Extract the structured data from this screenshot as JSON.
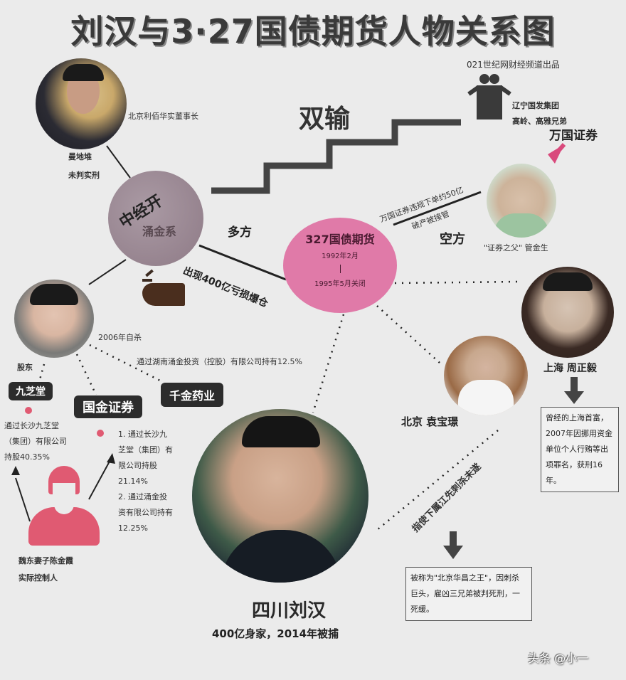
{
  "title": "刘汉与3·27国债期货人物关系图",
  "center_label": "双输",
  "nodes": {
    "top_left_person": {
      "caption": "北京利佰华实董事长",
      "name": "曼地堆",
      "status": "未判实刑"
    },
    "zhongjingkai": {
      "title": "中经开",
      "subtitle": "涌金系",
      "color": "#9c8a94"
    },
    "guozhai": {
      "title": "327国债期货",
      "line1": "1992年2月",
      "line2": "1995年5月关闭",
      "color": "#e07aa8"
    },
    "top_right_group": {
      "header": "021世纪网财经频道出品",
      "line1": "辽宁国发集团",
      "line2": "高岭、高雅兄弟"
    },
    "wanguo": {
      "label": "万国证券",
      "annotation_top": "万国证券违规下单约50亿",
      "annotation_bottom": "破产被接管",
      "side": "空方",
      "person": "\"证券之父\" 管金生"
    },
    "left_person": {
      "caption": "2006年自杀",
      "role": "股东",
      "holding": "通过湖南涌金投资（控股）有限公司持有12.5%"
    },
    "tags": {
      "jiuzhitang": "九芝堂",
      "guojin": "国金证券",
      "qianjin": "千金药业"
    },
    "jiuzhitang_note": "通过长沙九芝堂（集团）有限公司持股40.35%",
    "guojin_note": {
      "line1": "1. 通过长沙九芝堂（集团）有限公司持股21.14%",
      "line2": "2. 通过涌金投资有限公司持有12.25%"
    },
    "controller": {
      "line1": "魏东妻子陈金霞",
      "line2": "实际控制人"
    },
    "zhou": {
      "name": "上海 周正毅",
      "note": "曾经的上海首富，2007年因挪用资金单位个人行贿等出项罪名，获刑16年。"
    },
    "yuan": {
      "name": "北京 袁宝璟",
      "note": "被称为\"北京华昌之王\"，因刺杀巨头，雇凶三兄弟被判死刑，一死缓。"
    },
    "liuhan": {
      "name": "四川刘汉",
      "desc": "400亿身家，2014年被捕"
    }
  },
  "edges": {
    "duofang": "多方",
    "loss": "出现400亿亏损爆仓",
    "instigate": "指使下属江先刺杀未遂"
  },
  "watermark": "头条 @小一",
  "colors": {
    "accent_pink": "#e07aa8",
    "tag_bg": "#2c2c2c",
    "figure_red": "#e05a72",
    "arrow_pink": "#d94a7c"
  }
}
